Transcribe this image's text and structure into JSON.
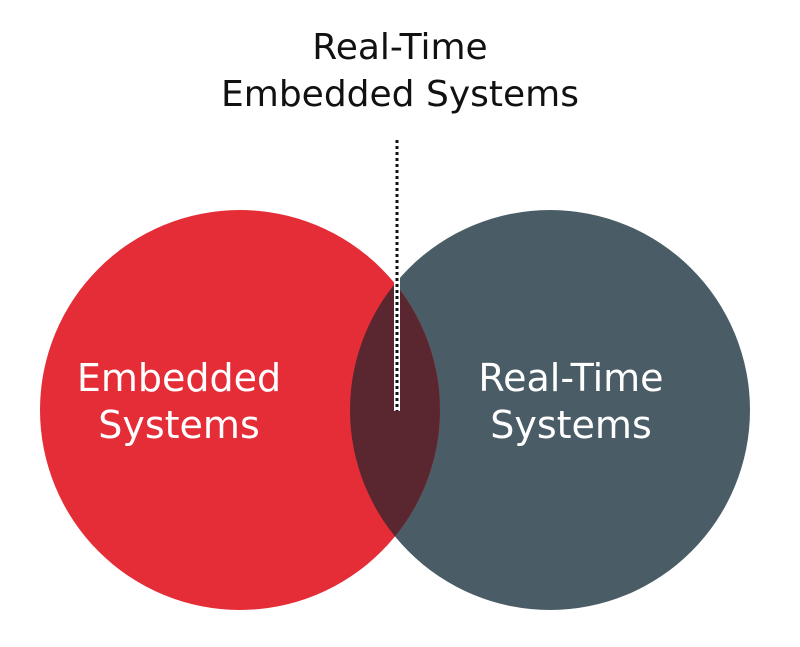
{
  "diagram": {
    "intersection_label": {
      "line1": "Real-Time",
      "line2": "Embedded Systems"
    },
    "left_set": {
      "line1": "Embedded",
      "line2": "Systems",
      "color": "#e52d38"
    },
    "right_set": {
      "line1": "Real-Time",
      "line2": "Systems",
      "color": "#4a5d66"
    },
    "overlap_color": "#5a2730",
    "pointer_color": "#111111"
  }
}
